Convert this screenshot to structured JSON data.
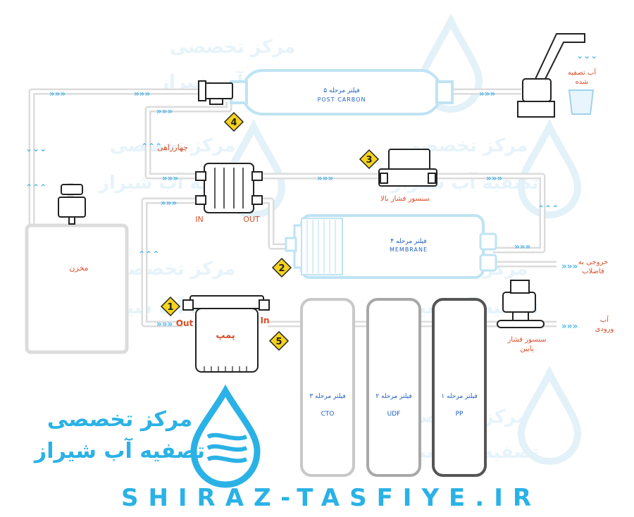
{
  "watermark": {
    "line1": "مرکز تخصصی",
    "line2": "تصفیه آب شیراز"
  },
  "brand": {
    "line1": "مرکز تخصصی",
    "line2": "تصفیه آب شیراز",
    "website": "SHIRAZ-TASFIYE.IR",
    "color": "#2ab2e6"
  },
  "arrow_glyph": "»»»",
  "arrow_down_glyph": "⌄⌄⌄",
  "arrow_up_glyph": "⌃⌃⌃",
  "components": {
    "stage5": {
      "title": "فیلتر مرحله ۵",
      "subtitle": "POST CARBON"
    },
    "stage4": {
      "title": "فیلتر مرحله ۴",
      "subtitle": "MEMBRANE"
    },
    "stage3": {
      "title": "فیلتر مرحله ۳",
      "subtitle": "CTO"
    },
    "stage2": {
      "title": "فیلتر مرحله ۲",
      "subtitle": "UDF"
    },
    "stage1": {
      "title": "فیلتر مرحله ۱",
      "subtitle": "PP"
    },
    "tank": "مخزن",
    "pump": "پمپ",
    "four_way": "چهارراهی",
    "four_way_in": "IN",
    "four_way_out": "OUT",
    "pump_out": "Out",
    "pump_in": "In",
    "high_pressure": "سنسور فشار بالا",
    "low_pressure_1": "سنسور فشار",
    "low_pressure_2": "پایین",
    "drain_1": "خروجی به",
    "drain_2": "فاضلاب",
    "inlet_1": "آب",
    "inlet_2": "ورودی",
    "purified_1": "آب تصفیه",
    "purified_2": "شده"
  },
  "badges": [
    "1",
    "2",
    "3",
    "4",
    "5"
  ]
}
